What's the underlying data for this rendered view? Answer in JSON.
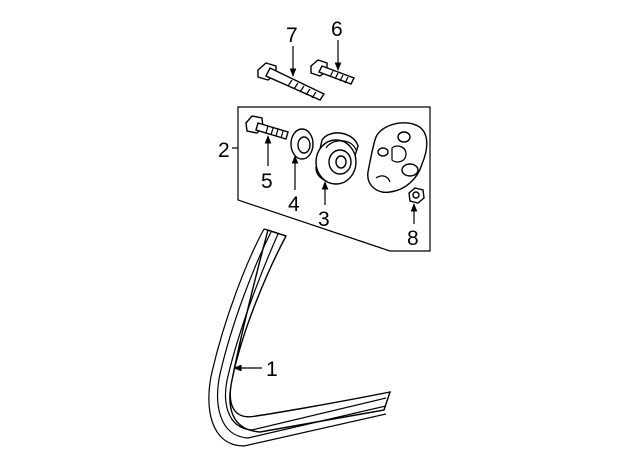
{
  "diagram": {
    "callouts": {
      "c1": "1",
      "c2": "2",
      "c3": "3",
      "c4": "4",
      "c5": "5",
      "c6": "6",
      "c7": "7",
      "c8": "8"
    },
    "parts": [
      "drive-belt",
      "tensioner-assembly",
      "idler-pulley",
      "pulley-spacer",
      "pulley-bolt",
      "mounting-bolt-short",
      "mounting-bolt-long",
      "nut"
    ]
  }
}
